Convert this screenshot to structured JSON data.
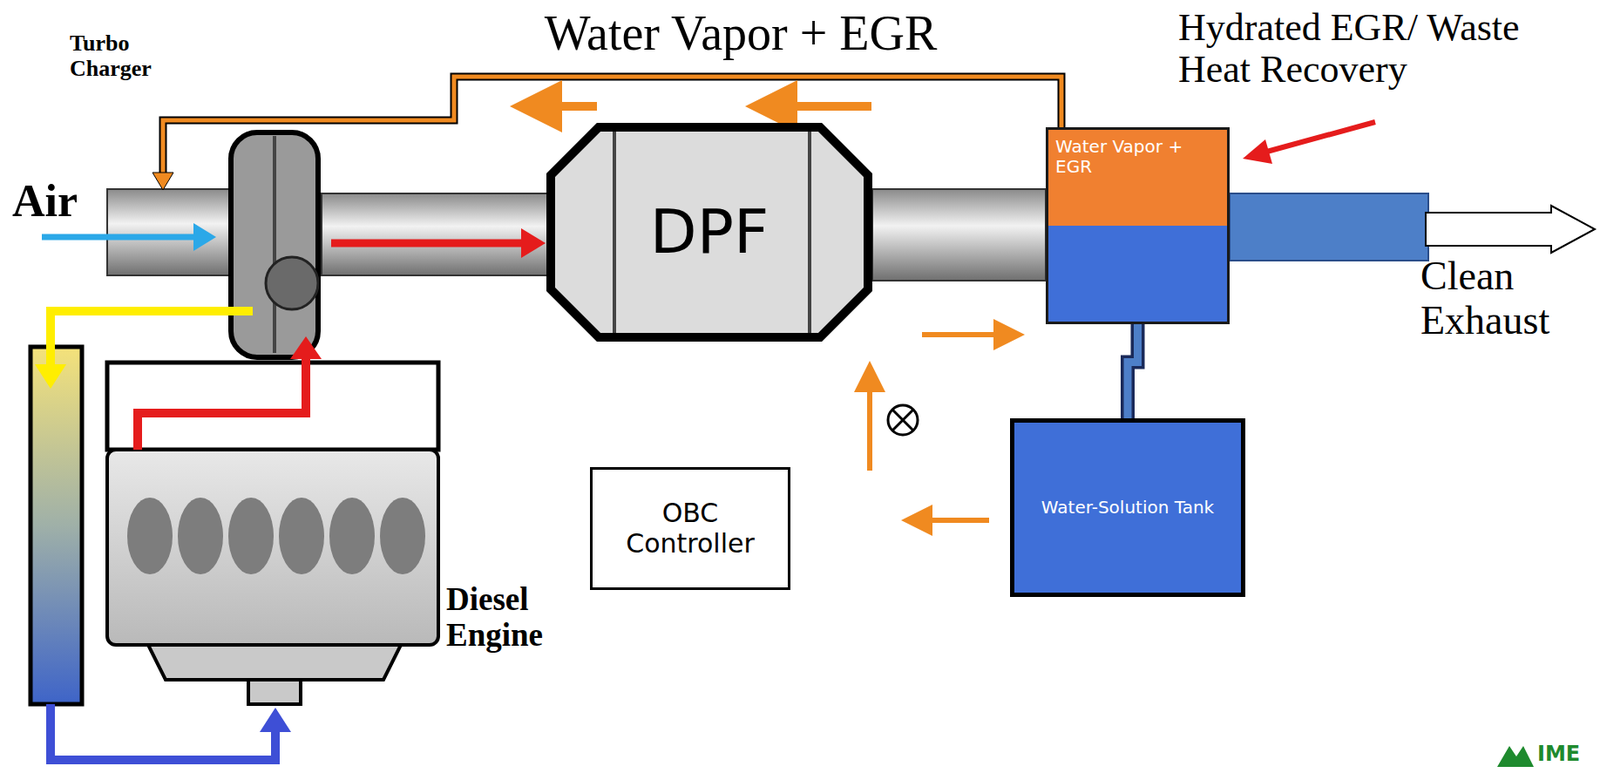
{
  "diagram": {
    "nodes": [
      {
        "text": [
          "DPF"
        ]
      },
      {
        "text": [
          "Water Vapor + EGR"
        ]
      },
      {
        "text": [
          "OBC Controller"
        ]
      },
      {
        "text": [
          "Water-Solution Tank"
        ]
      }
    ],
    "edges": [
      {
        "from": 3,
        "to": 1,
        "arrow": "to"
      }
    ],
    "labels": [
      "Turbo Charger",
      "Water Vapor + EGR",
      "Hydrated EGR/ Waste Heat Recovery",
      "Air",
      "Clean Exhaust",
      "Diesel Engine",
      "IME"
    ]
  }
}
